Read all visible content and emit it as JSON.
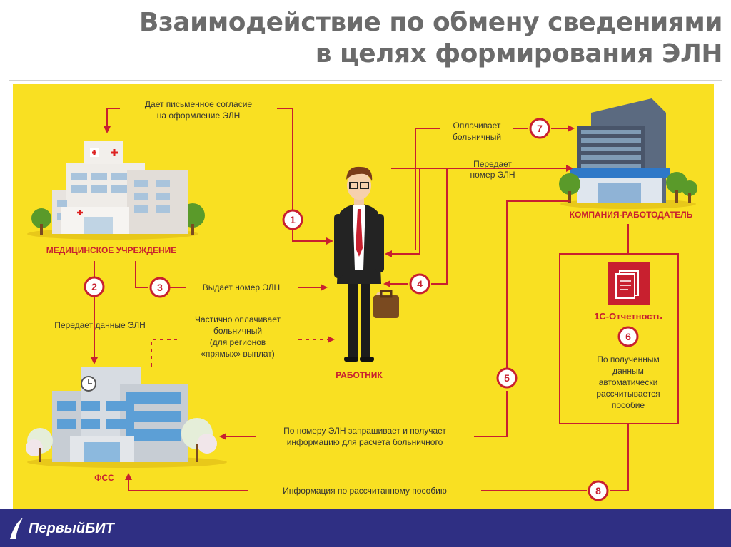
{
  "title": {
    "line1": "Взаимодействие по обмену сведениями",
    "line2": "в целях формирования ЭЛН"
  },
  "colors": {
    "panel": "#f9e022",
    "accent": "#c8202f",
    "label_red": "#c8202f",
    "footer": "#2f2f83"
  },
  "nodes": {
    "med": "МЕДИЦИНСКОЕ УЧРЕЖДЕНИЕ",
    "employer": "КОМПАНИЯ-РАБОТОДАТЕЛЬ",
    "worker": "РАБОТНИК",
    "fss": "ФСС",
    "otchetnost": "1С-Отчетность"
  },
  "steps": {
    "s1": {
      "num": "1",
      "lines": [
        "Дает письменное согласие",
        "на оформление ЭЛН"
      ]
    },
    "s2": {
      "num": "2",
      "lines": [
        "Передает данные ЭЛН"
      ]
    },
    "s3": {
      "num": "3",
      "lines": [
        "Выдает номер ЭЛН"
      ]
    },
    "s4": {
      "num": "4",
      "lines": [
        "Передает",
        "номер ЭЛН"
      ]
    },
    "s5": {
      "num": "5",
      "lines": [
        "По номеру ЭЛН запрашивает и получает",
        "информацию для расчета больничного"
      ]
    },
    "s6": {
      "num": "6",
      "lines": [
        "По полученным",
        "данным",
        "автоматически",
        "рассчитывается",
        "пособие"
      ]
    },
    "s7": {
      "num": "7",
      "lines": [
        "Оплачивает",
        "больничный"
      ]
    },
    "s8": {
      "num": "8",
      "lines": [
        "Информация по рассчитанному пособию"
      ]
    }
  },
  "partial": {
    "lines": [
      "Частично оплачивает",
      "больничный",
      "(для регионов",
      "«прямых» выплат)"
    ]
  },
  "footer": {
    "logo": "ПервыйБИТ"
  }
}
